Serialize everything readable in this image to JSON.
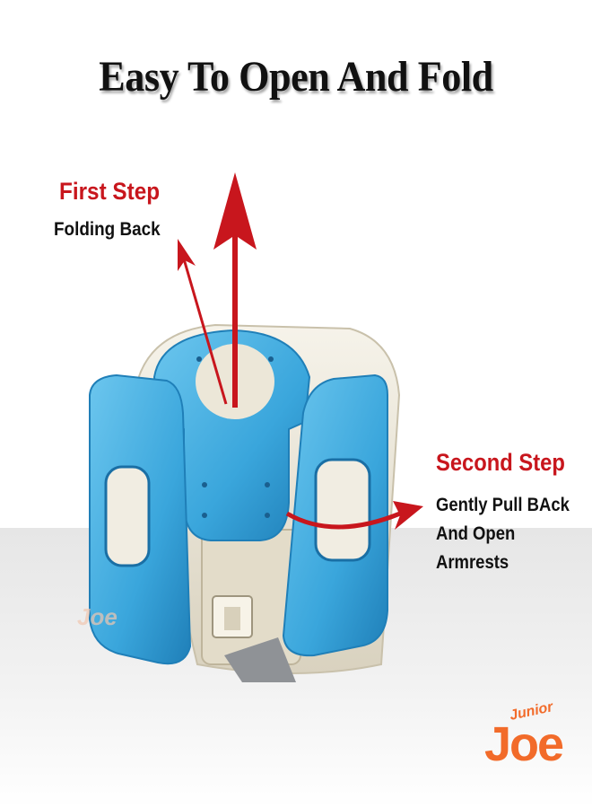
{
  "title": "Easy To Open And Fold",
  "steps": {
    "first": {
      "title": "First Step",
      "description": "Folding Back"
    },
    "second": {
      "title": "Second Step",
      "description_lines": [
        "Gently Pull BAck",
        "And Open",
        "Armrests"
      ]
    }
  },
  "brand": {
    "watermark": "Joe",
    "logo_small": "Junior",
    "logo_big": "Joe"
  },
  "colors": {
    "accent_red": "#c8161d",
    "seat_blue": "#3aa6dc",
    "seat_blue_dark": "#1f7fb8",
    "frame_cream": "#ede7d6",
    "brand_orange": "#f26b2a"
  }
}
